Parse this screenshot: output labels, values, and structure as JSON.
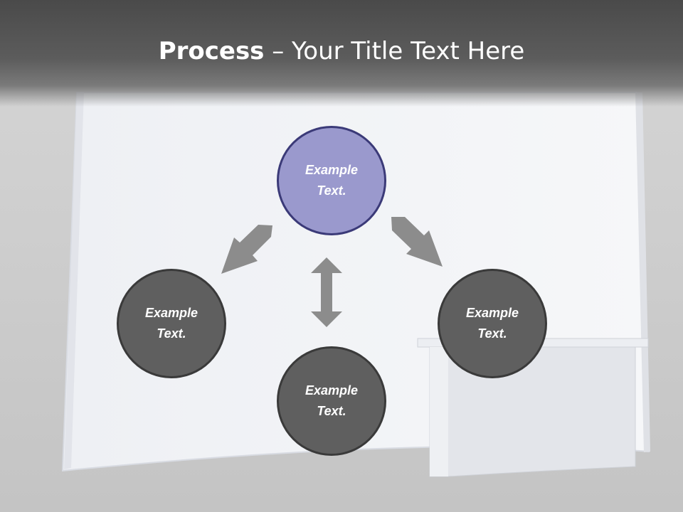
{
  "title": {
    "bold": "Process",
    "rest": " – Your Title Text Here"
  },
  "nodes": {
    "top": "Example Text.",
    "left": "Example Text.",
    "right": "Example Text.",
    "bottom": "Example Text."
  },
  "colors": {
    "title_bar": "#4a4a4a",
    "top_node_fill": "#9a99cd",
    "top_node_border": "#3b3a78",
    "dark_node_fill": "#5f5f5f",
    "arrow": "#8c8c8c"
  }
}
